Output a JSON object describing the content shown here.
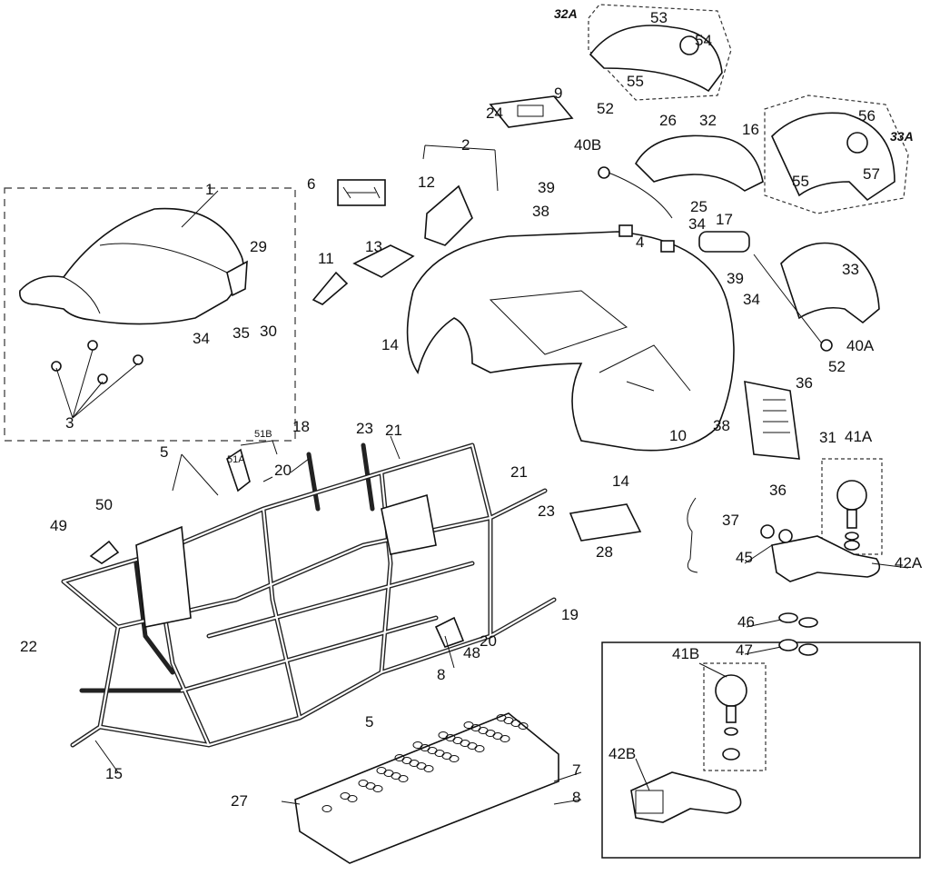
{
  "diagram": {
    "type": "exploded parts diagram",
    "labels": [
      "32A",
      "53",
      "54",
      "55",
      "9",
      "24",
      "2",
      "52",
      "26",
      "32",
      "16",
      "56",
      "33A",
      "57",
      "55",
      "40B",
      "39",
      "38",
      "6",
      "12",
      "25",
      "34",
      "17",
      "4",
      "1",
      "29",
      "13",
      "11",
      "39",
      "33",
      "34",
      "30",
      "35",
      "34",
      "14",
      "40A",
      "52",
      "3",
      "36",
      "23",
      "21",
      "18",
      "51B",
      "38",
      "10",
      "31",
      "41A",
      "5",
      "51A",
      "20",
      "21",
      "14",
      "36",
      "50",
      "49",
      "23",
      "37",
      "28",
      "45",
      "42A",
      "22",
      "19",
      "20",
      "48",
      "8",
      "46",
      "47",
      "41B",
      "5",
      "42B",
      "15",
      "7",
      "8",
      "27"
    ]
  }
}
